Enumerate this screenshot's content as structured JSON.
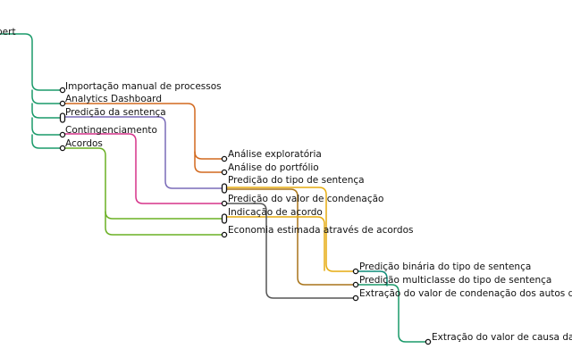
{
  "colors": {
    "green": "#1a9a6a",
    "orange": "#d2691e",
    "purple": "#7a6bb8",
    "magenta": "#d6338a",
    "lime": "#6ab024",
    "gold": "#e6ac10",
    "olive": "#a8741a",
    "gray": "#555555",
    "teal": "#0e8c78"
  },
  "nodes": {
    "root": "bert",
    "importacao": "Importação manual de processos",
    "analytics": "Analytics Dashboard",
    "predicao_sentenca": "Predição da sentença",
    "contingenciamento": "Contingenciamento",
    "acordos": "Acordos",
    "analise_exploratoria": "Análise exploratória",
    "analise_portfolio": "Análise do portfólio",
    "predicao_tipo": "Predição do tipo de sentença",
    "predicao_valor": "Predição do valor de condenação",
    "indicacao_acordo": "Indicação de acordo",
    "economia": "Economia estimada através de acordos",
    "binaria": "Predição binária do tipo de sentença",
    "multiclasse": "Predição multiclasse do tipo de sentença",
    "extracao_autos": "Extração do valor de condenação dos autos do processo",
    "extracao_peticao": "Extração do valor de causa da petição"
  }
}
